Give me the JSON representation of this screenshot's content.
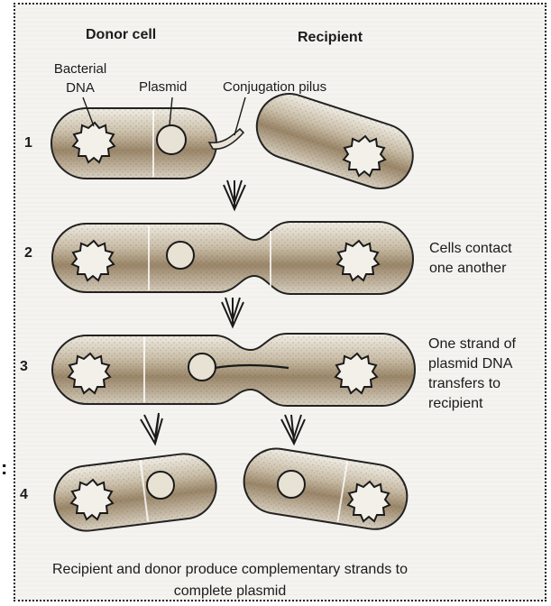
{
  "headers": {
    "donor": "Donor cell",
    "recipient": "Recipient"
  },
  "labels": {
    "bacterial_dna": "Bacterial DNA",
    "plasmid": "Plasmid",
    "pilus": "Conjugation pilus"
  },
  "steps": [
    {
      "number": "1",
      "description": ""
    },
    {
      "number": "2",
      "description": "Cells contact one another"
    },
    {
      "number": "3",
      "description": "One strand of plasmid DNA transfers to recipient"
    },
    {
      "number": "4",
      "description": ""
    }
  ],
  "caption": "Recipient and donor produce complementary strands to complete plasmid",
  "margin_mark": ":",
  "colors": {
    "ink": "#1b1b1b",
    "cytoplasm": "#8a7559",
    "frame": "#222222"
  },
  "icons": [
    "down-arrow-icon",
    "nucleoid-icon",
    "plasmid-icon"
  ]
}
